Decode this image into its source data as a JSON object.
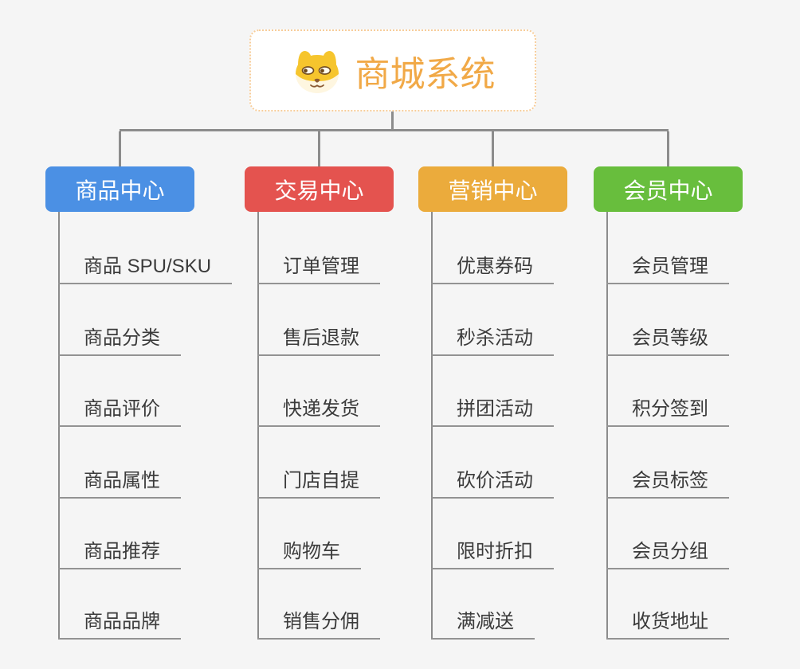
{
  "canvas": {
    "background_color": "#F5F5F5",
    "connector_color": "#8C8C8C"
  },
  "root": {
    "title": "商城系统",
    "icon": "dog-icon",
    "text_color": "#F1A947",
    "border_color": "#F7CD9A"
  },
  "branches": [
    {
      "id": "product-center",
      "label": "商品中心",
      "color": "#4B90E4",
      "items": [
        "商品 SPU/SKU",
        "商品分类",
        "商品评价",
        "商品属性",
        "商品推荐",
        "商品品牌"
      ]
    },
    {
      "id": "trade-center",
      "label": "交易中心",
      "color": "#E4534F",
      "items": [
        "订单管理",
        "售后退款",
        "快递发货",
        "门店自提",
        "购物车",
        "销售分佣"
      ]
    },
    {
      "id": "marketing-center",
      "label": "营销中心",
      "color": "#EBAB3C",
      "items": [
        "优惠券码",
        "秒杀活动",
        "拼团活动",
        "砍价活动",
        "限时折扣",
        "满减送"
      ]
    },
    {
      "id": "member-center",
      "label": "会员中心",
      "color": "#68BE3D",
      "items": [
        "会员管理",
        "会员等级",
        "积分签到",
        "会员标签",
        "会员分组",
        "收货地址"
      ]
    }
  ]
}
